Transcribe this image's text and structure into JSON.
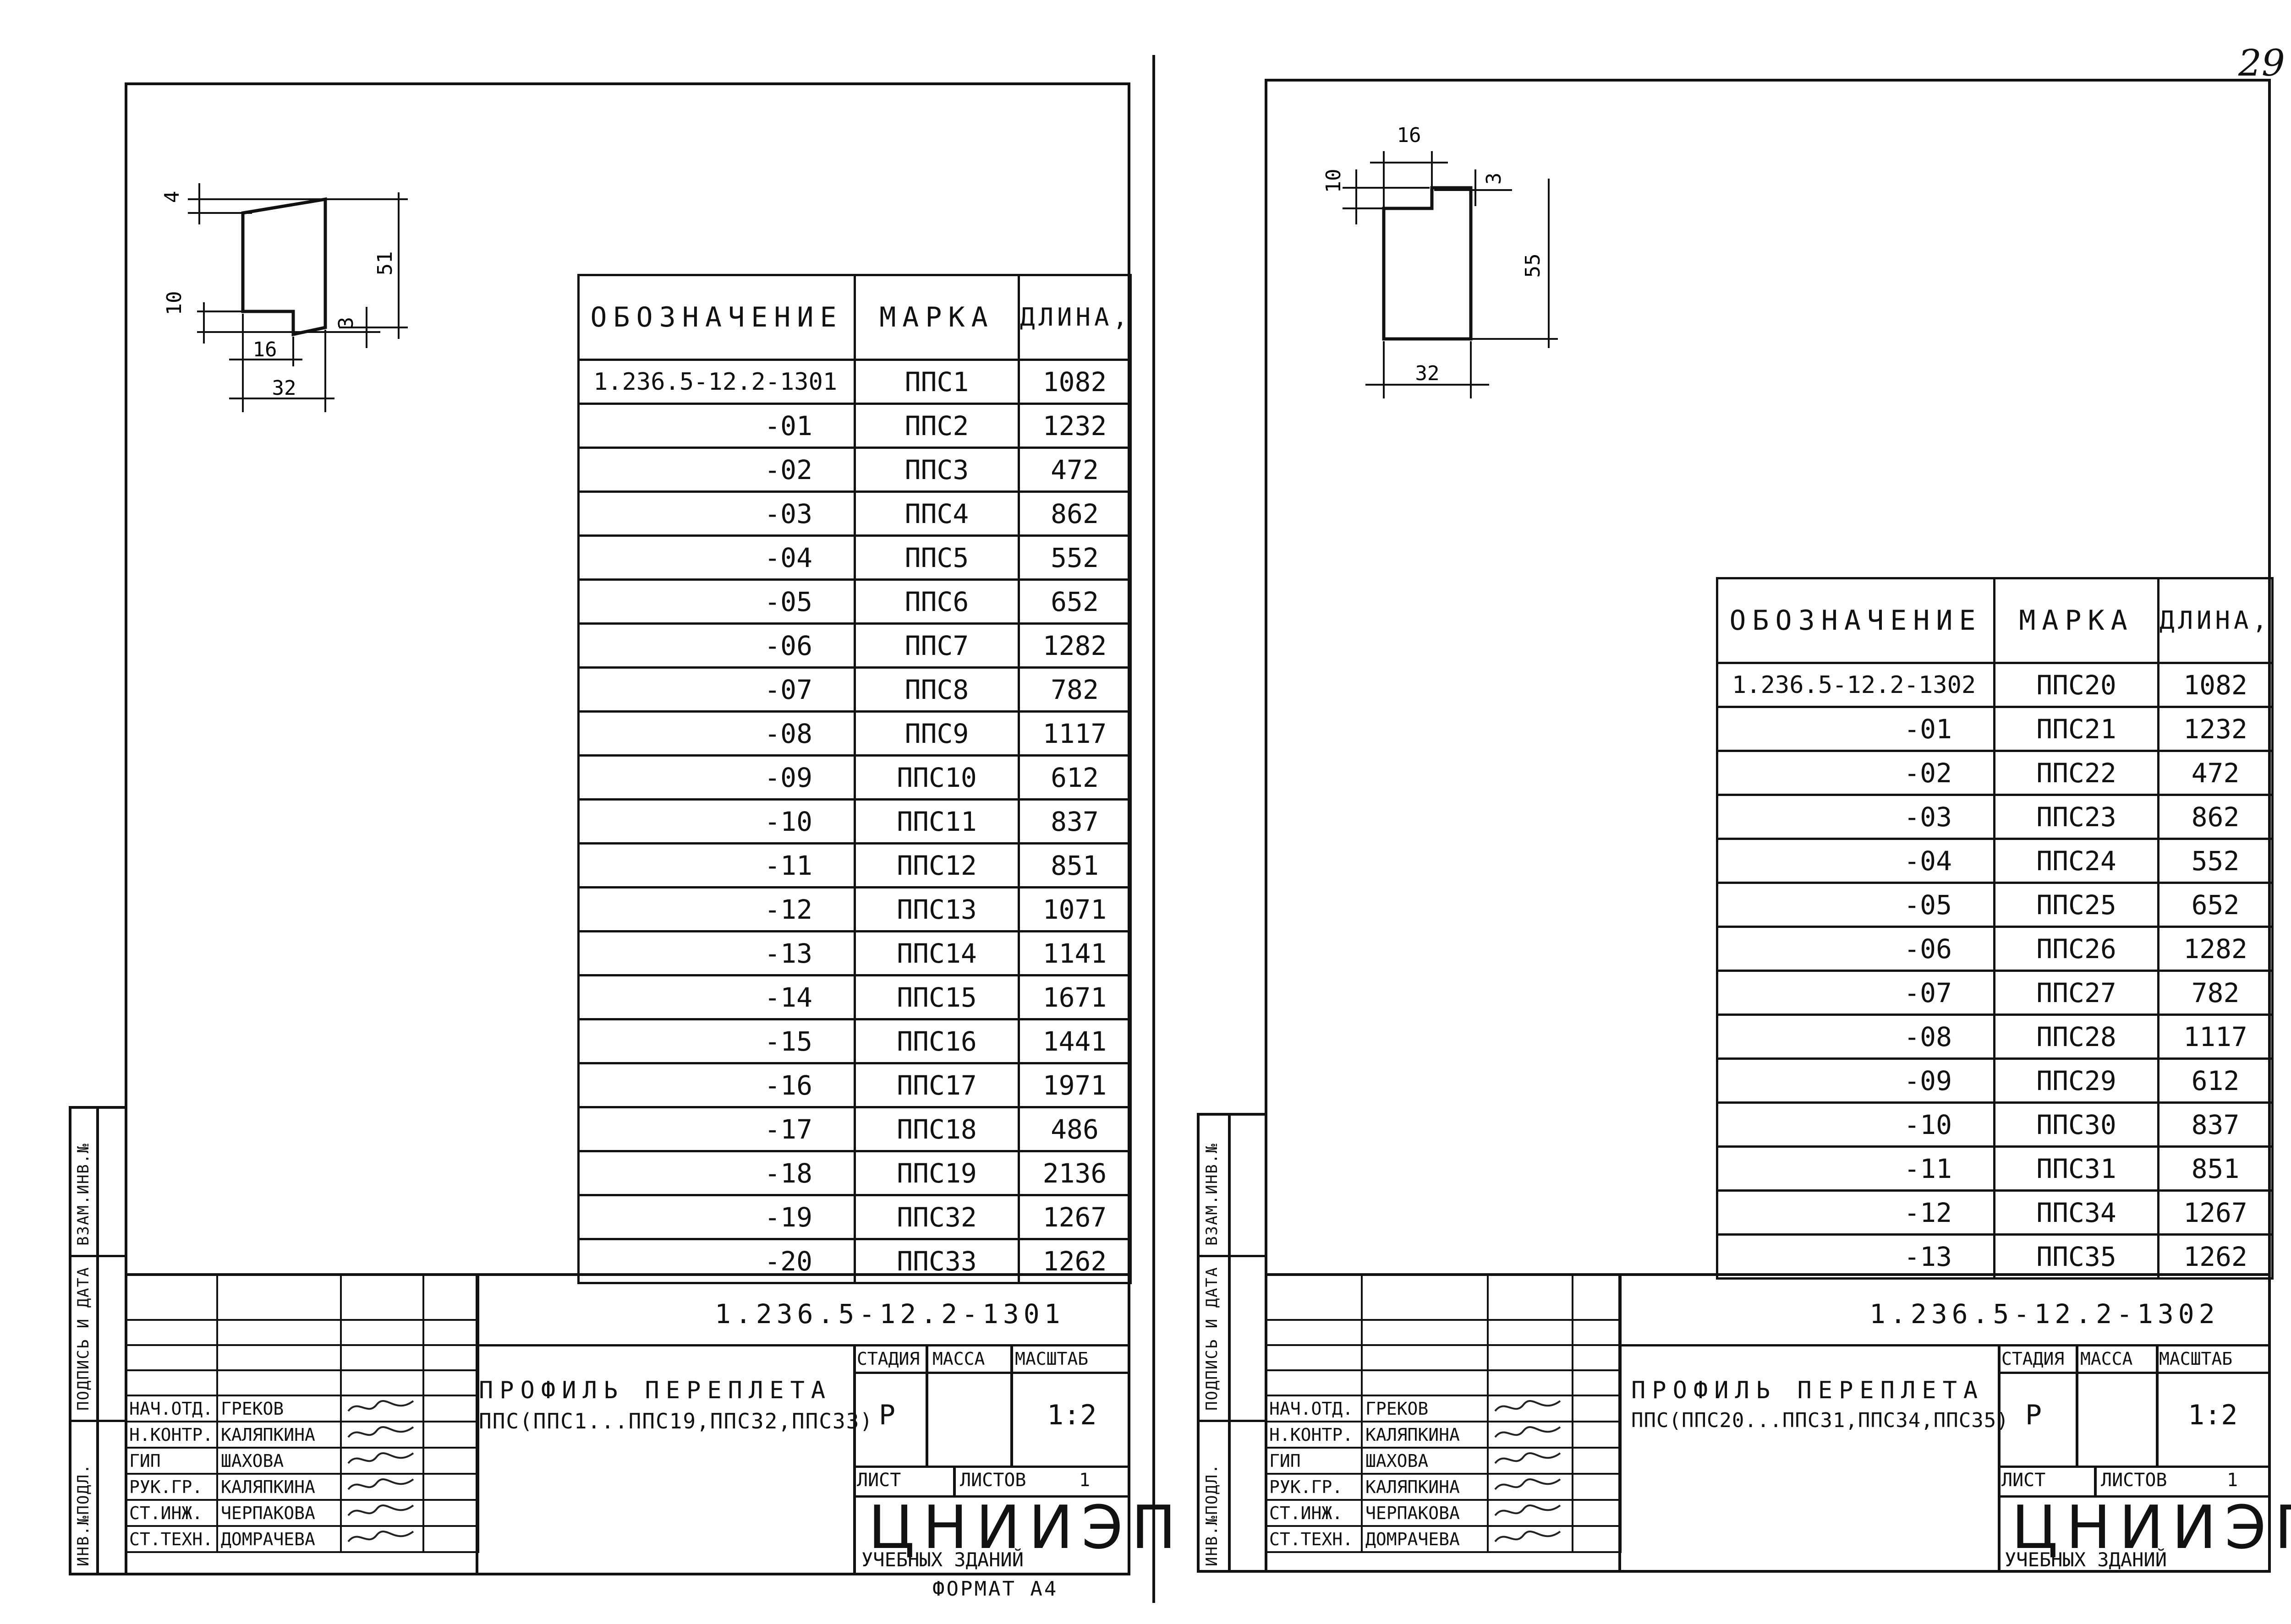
{
  "page_number": "29",
  "format_label": "ФОРМАТ А4",
  "side_stamp": {
    "inv_podl": "ИНВ.№ПОДЛ.",
    "podpis_data": "ПОДПИСЬ И ДАТА",
    "vzam_inv": "ВЗАМ.ИНВ.№"
  },
  "common": {
    "headers": {
      "designation": "ОБОЗНАЧЕНИЕ",
      "mark": "МАРКА",
      "length": "ДЛИНА, ММ"
    },
    "title_line1": "ПРОФИЛЬ ПЕРЕПЛЕТА",
    "col_stage": "СТАДИЯ",
    "col_mass": "МАССА",
    "col_scale": "МАСШТАБ",
    "stage": "Р",
    "scale": "1:2",
    "sheet_label": "ЛИСТ",
    "sheets_label": "ЛИСТОВ",
    "sheets_value": "1",
    "org": "ЦНИИЭП",
    "org_sub": "УЧЕБНЫХ ЗДАНИЙ",
    "people": [
      {
        "role": "НАЧ.ОТД.",
        "name": "ГРЕКОВ"
      },
      {
        "role": "Н.КОНТР.",
        "name": "КАЛЯПКИНА"
      },
      {
        "role": "ГИП",
        "name": "ШАХОВА"
      },
      {
        "role": "РУК.ГР.",
        "name": "КАЛЯПКИНА"
      },
      {
        "role": "СТ.ИНЖ.",
        "name": "ЧЕРПАКОВА"
      },
      {
        "role": "СТ.ТЕХН.",
        "name": "ДОМРАЧЕВА"
      }
    ]
  },
  "left": {
    "doc_code": "1.236.5-12.2-1301",
    "title_line2": "ППС(ППС1...ППС19,ППС32,ППС33)",
    "dims": {
      "top": "4",
      "height": "51",
      "step": "10",
      "bottom": "3",
      "inner": "16",
      "width": "32"
    },
    "rows": [
      [
        "1.236.5-12.2-1301",
        "ППС1",
        "1082"
      ],
      [
        "-01",
        "ППС2",
        "1232"
      ],
      [
        "-02",
        "ППС3",
        "472"
      ],
      [
        "-03",
        "ППС4",
        "862"
      ],
      [
        "-04",
        "ППС5",
        "552"
      ],
      [
        "-05",
        "ППС6",
        "652"
      ],
      [
        "-06",
        "ППС7",
        "1282"
      ],
      [
        "-07",
        "ППС8",
        "782"
      ],
      [
        "-08",
        "ППС9",
        "1117"
      ],
      [
        "-09",
        "ППС10",
        "612"
      ],
      [
        "-10",
        "ППС11",
        "837"
      ],
      [
        "-11",
        "ППС12",
        "851"
      ],
      [
        "-12",
        "ППС13",
        "1071"
      ],
      [
        "-13",
        "ППС14",
        "1141"
      ],
      [
        "-14",
        "ППС15",
        "1671"
      ],
      [
        "-15",
        "ППС16",
        "1441"
      ],
      [
        "-16",
        "ППС17",
        "1971"
      ],
      [
        "-17",
        "ППС18",
        "486"
      ],
      [
        "-18",
        "ППС19",
        "2136"
      ],
      [
        "-19",
        "ППС32",
        "1267"
      ],
      [
        "-20",
        "ППС33",
        "1262"
      ]
    ]
  },
  "right": {
    "doc_code": "1.236.5-12.2-1302",
    "title_line2": "ППС(ППС20...ППС31,ППС34,ППС35)",
    "dims": {
      "inner": "16",
      "step": "10",
      "top": "3",
      "height": "55",
      "width": "32"
    },
    "rows": [
      [
        "1.236.5-12.2-1302",
        "ППС20",
        "1082"
      ],
      [
        "-01",
        "ППС21",
        "1232"
      ],
      [
        "-02",
        "ППС22",
        "472"
      ],
      [
        "-03",
        "ППС23",
        "862"
      ],
      [
        "-04",
        "ППС24",
        "552"
      ],
      [
        "-05",
        "ППС25",
        "652"
      ],
      [
        "-06",
        "ППС26",
        "1282"
      ],
      [
        "-07",
        "ППС27",
        "782"
      ],
      [
        "-08",
        "ППС28",
        "1117"
      ],
      [
        "-09",
        "ППС29",
        "612"
      ],
      [
        "-10",
        "ППС30",
        "837"
      ],
      [
        "-11",
        "ППС31",
        "851"
      ],
      [
        "-12",
        "ППС34",
        "1267"
      ],
      [
        "-13",
        "ППС35",
        "1262"
      ]
    ]
  }
}
